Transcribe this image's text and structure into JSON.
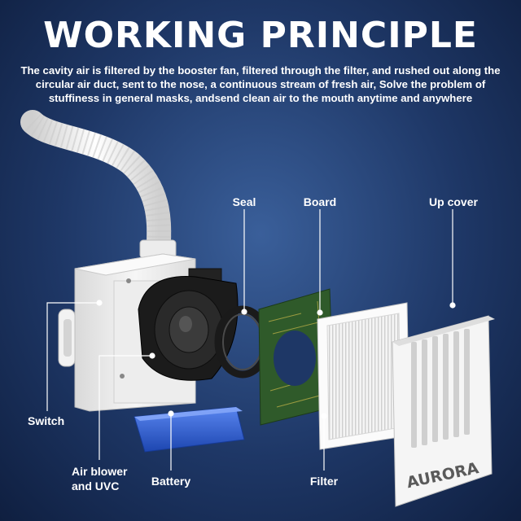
{
  "header": {
    "title": "WORKING PRINCIPLE",
    "description": "The cavity air is filtered by the booster fan, filtered through the filter, and rushed out along the circular air duct, sent to the nose, a continuous stream of fresh air, Solve the problem of stuffiness in general masks, andsend clean air to the mouth anytime and anywhere"
  },
  "labels": {
    "seal": "Seal",
    "board": "Board",
    "up_cover": "Up cover",
    "switch": "Switch",
    "air_blower": "Air blower and UVC",
    "battery": "Battery",
    "filter": "Filter"
  },
  "brand": "AURORA",
  "colors": {
    "background": "#1e3766",
    "pcb": "#2f5a2a",
    "battery": "#2f5fd0",
    "housing": "#f2f2f2",
    "fan": "#1b1b1b"
  }
}
